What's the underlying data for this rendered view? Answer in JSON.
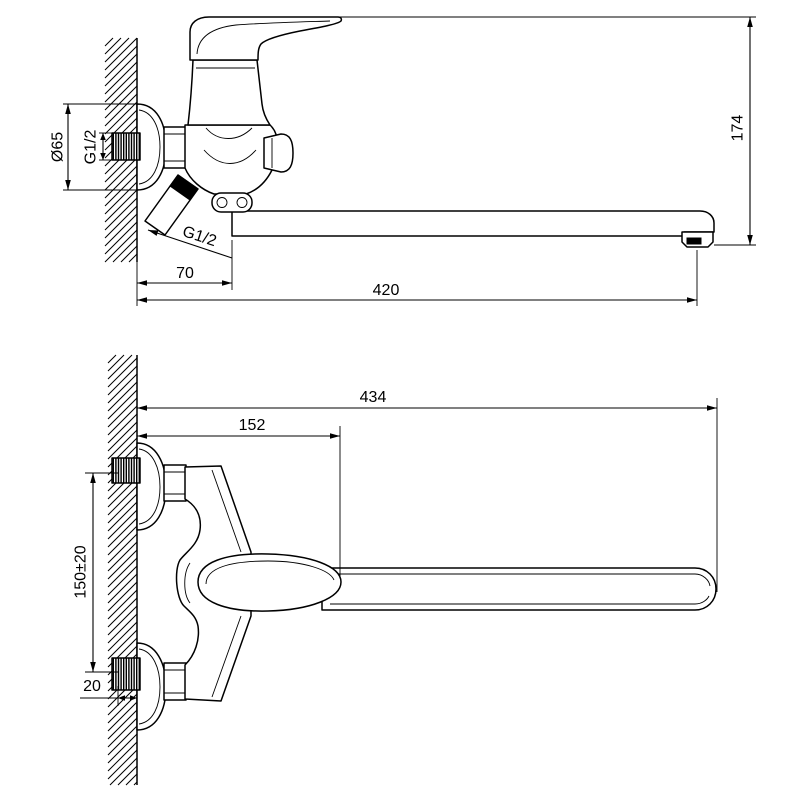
{
  "drawing": {
    "side_view": {
      "flange_diameter": "Ø65",
      "inlet_thread": "G1/2",
      "diverter_thread": "G1/2",
      "wall_to_body": "70",
      "spout_projection": "420",
      "overall_height": "174"
    },
    "top_view": {
      "overall_length": "434",
      "handle_projection": "152",
      "inlet_centers": "150±20",
      "thread_length": "20"
    }
  },
  "colors": {
    "line": "#000000",
    "background": "#ffffff"
  }
}
